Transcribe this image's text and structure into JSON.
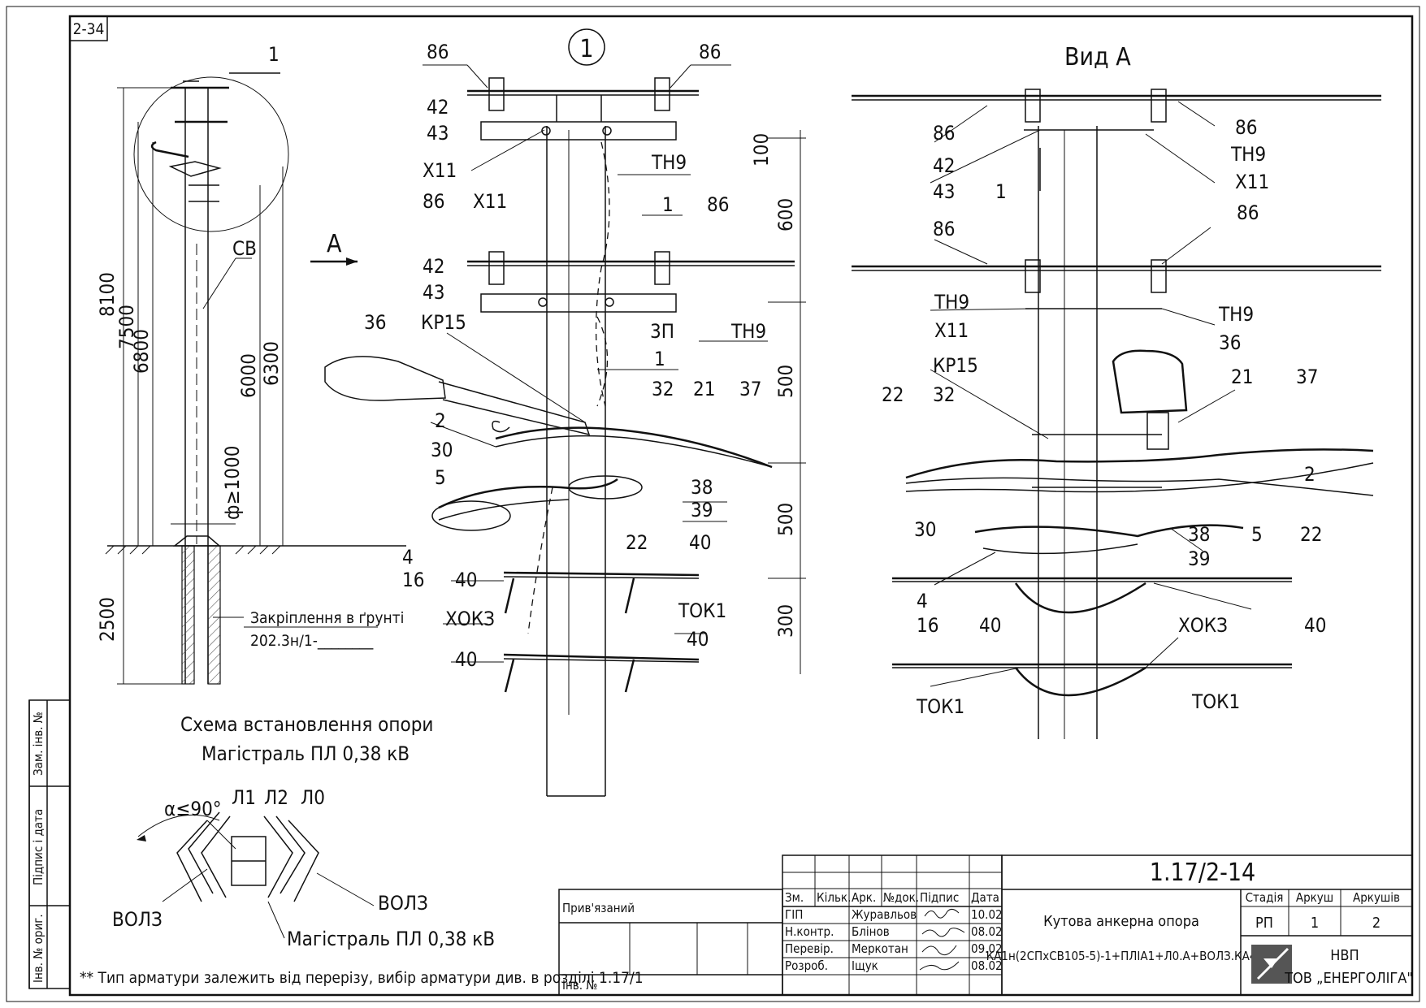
{
  "sheet": {
    "code": "2-34",
    "view_number": "1",
    "view_a_title": "Вид А",
    "view_a_arrow": "А"
  },
  "left_pole": {
    "callout": "1",
    "label_cv": "СВ",
    "dims": [
      "8100",
      "7500",
      "6800",
      "6000",
      "6300",
      "2500"
    ],
    "foundation_dim": "ф≥1000",
    "soil_fix_label": "Закріплення в ґрунті",
    "soil_fix_code": "202.3н/1-________"
  },
  "scheme": {
    "title_line1": "Схема встановлення опори",
    "title_line2": "Магістраль ПЛ 0,38 кВ",
    "angle": "α≤90°",
    "line_labels": [
      "Л1",
      "Л2",
      "Л0"
    ],
    "volz_left": "ВОЛЗ",
    "volz_right": "ВОЛЗ",
    "bottom_label": "Магістраль ПЛ 0,38 кВ"
  },
  "detail_1": {
    "labels": [
      "86",
      "86",
      "42",
      "43",
      "Х11",
      "ТН9",
      "1",
      "100",
      "86",
      "Х11",
      "86",
      "42",
      "43",
      "600",
      "ТН9",
      "3П",
      "36",
      "КР15",
      "1",
      "32",
      "21",
      "37",
      "2",
      "500",
      "30",
      "5",
      "38",
      "39",
      "500",
      "22",
      "40",
      "4",
      "16",
      "40",
      "ХОКЗ",
      "ТОК1",
      "40",
      "300",
      "40"
    ]
  },
  "view_a": {
    "labels": [
      "86",
      "86",
      "ТН9",
      "42",
      "43",
      "1",
      "Х11",
      "86",
      "86",
      "ТН9",
      "Х11",
      "ТН9",
      "36",
      "КР15",
      "32",
      "22",
      "21",
      "37",
      "2",
      "30",
      "38",
      "39",
      "5",
      "22",
      "4",
      "16",
      "40",
      "ХОКЗ",
      "40",
      "ТОК1",
      "ТОК1"
    ]
  },
  "footnote": "** Тип арматури залежить від перерізу, вибір арматури див. в розділі 1.17/1",
  "side_stamp": {
    "zam": "Зам. інв. №",
    "sign_date": "Підпис і дата",
    "orig": "Інв. № ориг."
  },
  "title_block": {
    "doc_number": "1.17/2-14",
    "privyazaniy": "Прив'язаний",
    "inv_no": "Інв. №",
    "headers": [
      "Зм.",
      "Кільк.",
      "Арк.",
      "№док.",
      "Підпис",
      "Дата"
    ],
    "rows": [
      {
        "role": "ГІП",
        "name": "Журавльов",
        "date": "10.02"
      },
      {
        "role": "Н.контр.",
        "name": "Блінов",
        "date": "08.02"
      },
      {
        "role": "Перевір.",
        "name": "Меркотан",
        "date": "09.02"
      },
      {
        "role": "Розроб.",
        "name": "Іщук",
        "date": "08.02"
      }
    ],
    "title": "Кутова анкерна опора",
    "subtitle": "КА1н(2СПхСВ105-5)-1+ПЛІА1+Л0.А+ВОЛЗ.КА4",
    "stage_h": "Стадія",
    "sheet_h": "Аркуш",
    "sheets_h": "Аркушів",
    "stage": "РП",
    "sheet": "1",
    "sheets": "2",
    "org_line1": "НВП",
    "org_line2": "ТОВ „ЕНЕРГОЛІГА\""
  }
}
